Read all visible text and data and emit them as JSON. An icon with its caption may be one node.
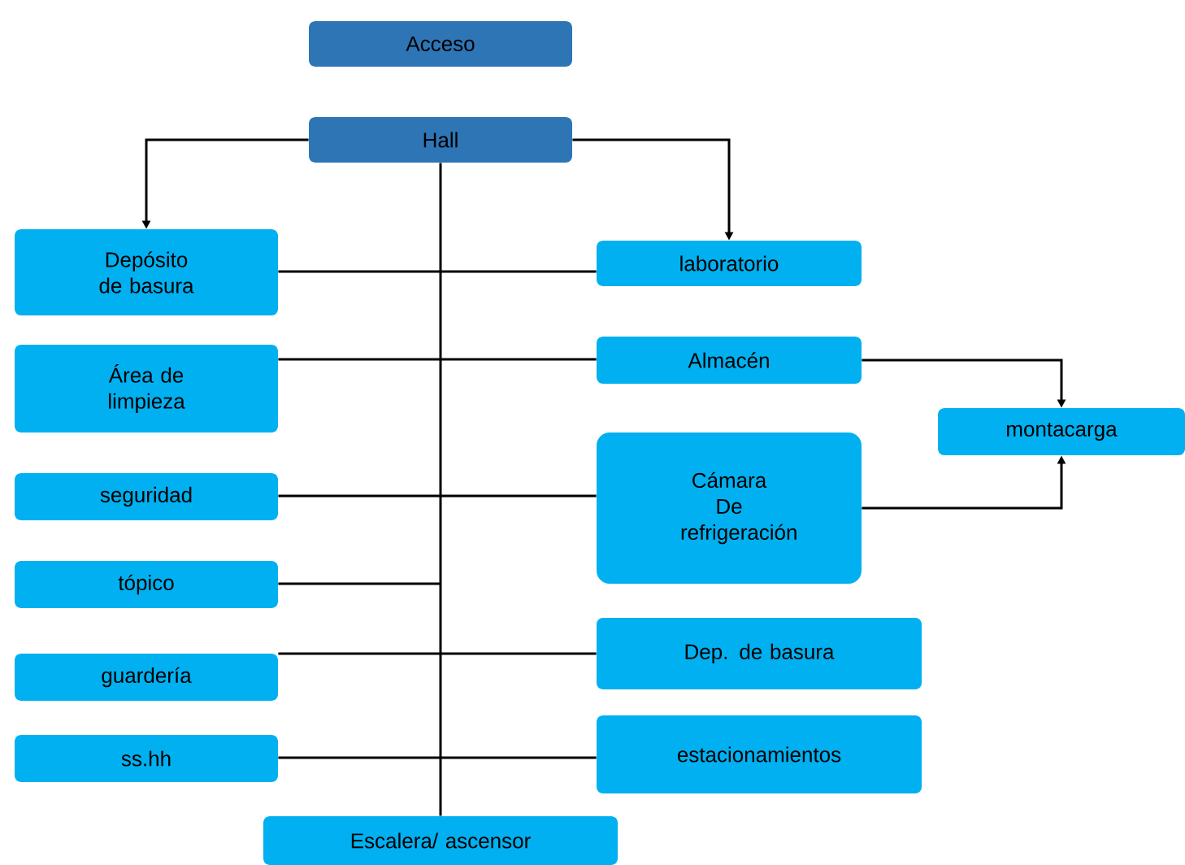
{
  "diagram": {
    "nodes": [
      {
        "text": [
          "Acceso"
        ]
      },
      {
        "text": [
          "Hall"
        ]
      },
      {
        "text": [
          "Depósito de basura"
        ]
      },
      {
        "text": [
          "laboratorio"
        ]
      },
      {
        "text": [
          "Área de limpieza"
        ]
      },
      {
        "text": [
          "Almacén"
        ]
      },
      {
        "text": [
          "montacarga"
        ]
      },
      {
        "text": [
          "seguridad"
        ]
      },
      {
        "text": [
          "Cámara De refrigeración"
        ]
      },
      {
        "text": [
          "tópico"
        ]
      },
      {
        "text": [
          "guardería"
        ]
      },
      {
        "text": [
          "Dep. de basura"
        ]
      },
      {
        "text": [
          "ss.hh"
        ]
      },
      {
        "text": [
          "estacionamientos"
        ]
      },
      {
        "text": [
          "Escalera/ ascensor"
        ]
      }
    ],
    "edges": [
      {
        "from": 1,
        "to": 2,
        "arrow": "to"
      },
      {
        "from": 1,
        "to": 3,
        "arrow": "to"
      },
      {
        "from": 1,
        "to": 14,
        "arrow": "none"
      },
      {
        "from": 2,
        "to": 3,
        "arrow": "none"
      },
      {
        "from": 4,
        "to": 5,
        "arrow": "none"
      },
      {
        "from": 7,
        "to": 8,
        "arrow": "none"
      },
      {
        "from": 9,
        "to": null,
        "arrow": "none"
      },
      {
        "from": 10,
        "to": 11,
        "arrow": "none"
      },
      {
        "from": 12,
        "to": 13,
        "arrow": "none"
      },
      {
        "from": 5,
        "to": 6,
        "arrow": "to"
      },
      {
        "from": 8,
        "to": 6,
        "arrow": "to"
      }
    ]
  }
}
